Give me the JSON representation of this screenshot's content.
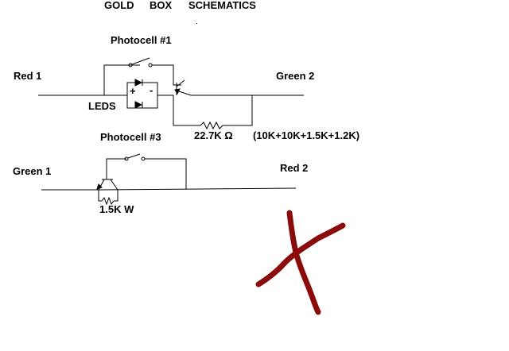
{
  "title": {
    "word1": "GOLD",
    "word2": "BOX",
    "word3": "SCHEMATICS"
  },
  "labels": {
    "photocell1": "Photocell #1",
    "red1": "Red 1",
    "green2": "Green 2",
    "leds": "LEDS",
    "plus": "+",
    "minus": "-",
    "resistor1": "22.7K Ω",
    "resistor1_breakdown": "(10K+10K+1.5K+1.2K)",
    "photocell3": "Photocell #3",
    "green1": "Green 1",
    "red2": "Red 2",
    "resistor2": "1.5K W"
  },
  "colors": {
    "line": "#000000",
    "cross_mark": "#8b0a0a"
  }
}
